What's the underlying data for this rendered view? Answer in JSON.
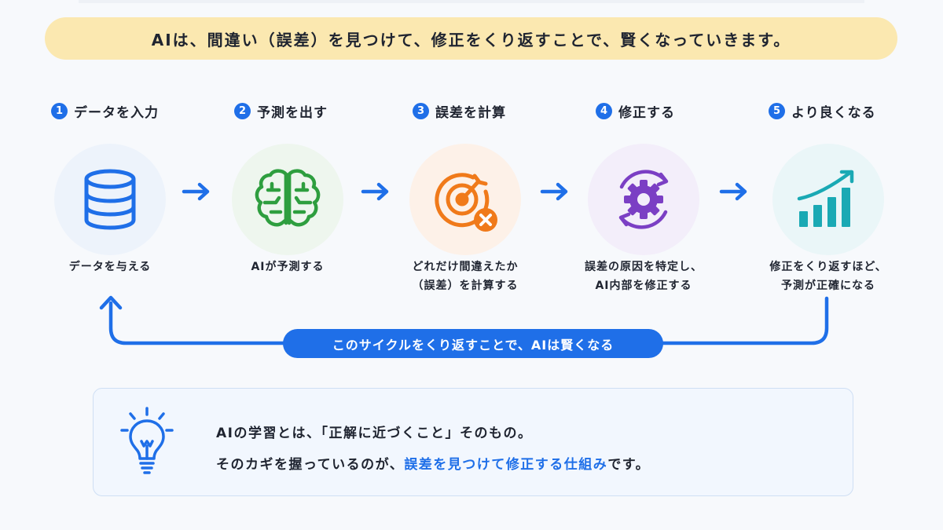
{
  "banner": {
    "text": "AIは、間違い（誤差）を見つけて、修正をくり返すことで、賢くなっていきます。"
  },
  "steps": [
    {
      "num": "1",
      "title": "データを入力",
      "desc_lines": [
        "データを与える",
        ""
      ],
      "icon": "database-icon",
      "circle_color": "#edf3fb"
    },
    {
      "num": "2",
      "title": "予測を出す",
      "desc_lines": [
        "AIが予測する",
        ""
      ],
      "icon": "brain-icon",
      "circle_color": "#eef6ee"
    },
    {
      "num": "3",
      "title": "誤差を計算",
      "desc_lines": [
        "どれだけ間違えたか",
        "（誤差）を計算する"
      ],
      "icon": "target-error-icon",
      "circle_color": "#fdf1e8"
    },
    {
      "num": "4",
      "title": "修正する",
      "desc_lines": [
        "誤差の原因を特定し、",
        "AI内部を修正する"
      ],
      "icon": "gear-cycle-icon",
      "circle_color": "#f3eefa"
    },
    {
      "num": "5",
      "title": "より良くなる",
      "desc_lines": [
        "修正をくり返すほど、",
        "予測が正確になる"
      ],
      "icon": "growth-chart-icon",
      "circle_color": "#eaf6f8"
    }
  ],
  "loop": {
    "label": "このサイクルをくり返すことで、AIは賢くなる"
  },
  "info": {
    "line1": "AIの学習とは、「正解に近づくこと」そのもの。",
    "line2_prefix": "そのカギを握っているのが、",
    "line2_highlight": "誤差を見つけて修正する仕組み",
    "line2_suffix": "です。"
  },
  "colors": {
    "accent": "#1f6fe8",
    "banner_bg": "#fbe8b0",
    "database": "#1f6fe8",
    "brain": "#2e9e3f",
    "target": "#f07a1a",
    "gear": "#7b3fc4",
    "chart": "#1aa9b4"
  }
}
